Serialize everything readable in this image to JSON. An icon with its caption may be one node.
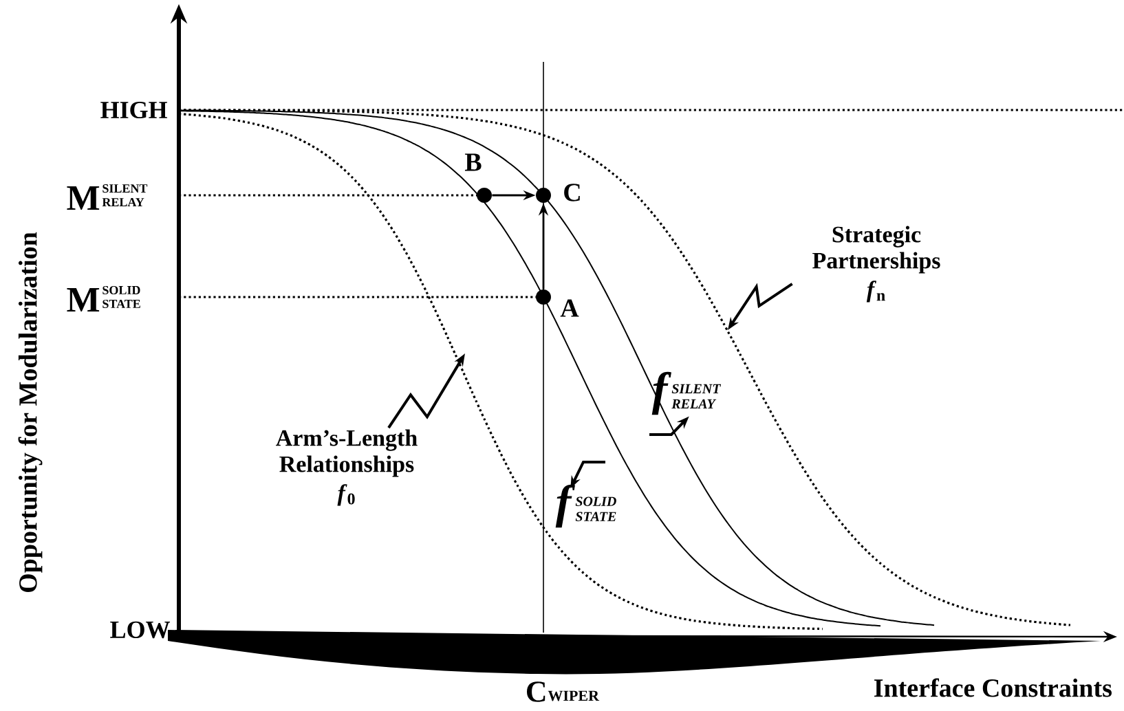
{
  "diagram": {
    "nodes": [
      {
        "text": [],
        "shape": "circle",
        "beside": [
          "B"
        ]
      },
      {
        "text": [],
        "shape": "circle",
        "beside": [
          "C"
        ]
      },
      {
        "text": [],
        "shape": "circle",
        "beside": [
          "A"
        ]
      },
      {
        "text": [
          "Arm’s-Length Relationships",
          "*f*$_{0}$"
        ]
      },
      {
        "text": [
          "Strategic Partnerships",
          "*f*$_{n}$"
        ]
      },
      {
        "text": [
          "f",
          "SILENT RELAY"
        ]
      },
      {
        "text": [
          "f",
          "SOLID STATE"
        ]
      }
    ],
    "edges": [
      {
        "from": 0,
        "to": 1,
        "arrow": "to"
      },
      {
        "from": 2,
        "to": 1,
        "arrow": "to"
      },
      {
        "from": 3,
        "to": null,
        "arrow": "to"
      },
      {
        "from": 4,
        "to": null,
        "arrow": "to"
      },
      {
        "from": null,
        "to": 5,
        "arrow": "to"
      },
      {
        "from": null,
        "to": 6,
        "arrow": "to"
      }
    ],
    "labels": [
      "HIGH",
      "M",
      "SILENT RELAY",
      "M",
      "SOLID STATE",
      "LOW",
      "C",
      "WIPER",
      "Opportunity for Modularization",
      "Interface Constraints"
    ]
  }
}
